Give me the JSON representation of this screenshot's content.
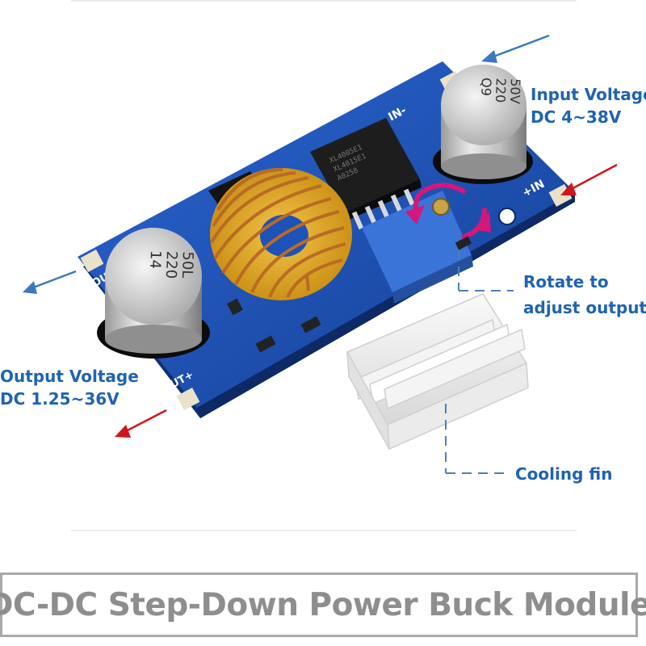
{
  "labels": {
    "input_line1": "Input Voltage",
    "input_line2": "DC 4~38V",
    "output_line1": "Output Voltage",
    "output_line2": "DC 1.25~36V",
    "rotate_line1": "Rotate to",
    "rotate_line2": "adjust output",
    "cooling": "Cooling fin"
  },
  "board_markings": {
    "in_minus": "IN-",
    "in_plus": "+IN",
    "out_plus": "OUT+",
    "out_minus": "-OUT",
    "cap_left": [
      "14",
      "220",
      "50L"
    ],
    "cap_right": [
      "Q9",
      "220",
      "50V"
    ],
    "chip_lines": [
      "XL4005E1",
      "XL4015E1",
      "A0258"
    ]
  },
  "title": "DC-DC Step-Down Power Buck Module",
  "colors": {
    "label_blue": "#1f63b4",
    "arrow_blue": "#3a78c2",
    "arrow_red": "#d0161c",
    "rotate_arrow": "#d4177a",
    "board_blue": "#1d52b8",
    "title_gray": "#8e8e8e"
  }
}
